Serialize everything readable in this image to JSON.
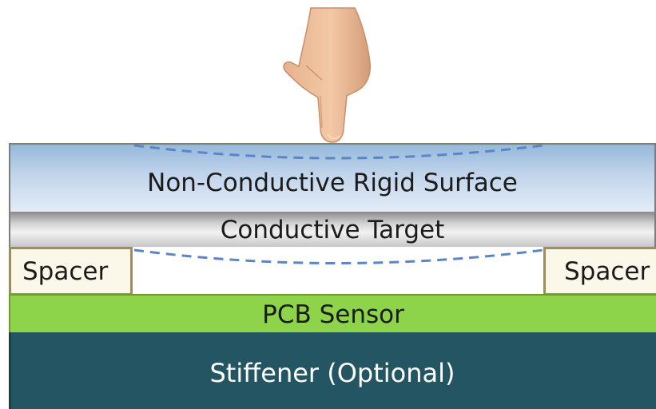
{
  "layers": {
    "surface": "Non-Conductive Rigid Surface",
    "target": "Conductive Target",
    "spacer_left": "Spacer",
    "spacer_right": "Spacer",
    "pcb": "PCB Sensor",
    "stiffener": "Stiffener (Optional)"
  },
  "colors": {
    "surface": "#bfd3ea",
    "target": "#c7c7c7",
    "spacer": "#fbf7e9",
    "pcb": "#8ed44b",
    "stiffener": "#235662",
    "deflection_line": "#5b86c6"
  },
  "icons": {
    "finger": "pointing-finger-icon"
  }
}
